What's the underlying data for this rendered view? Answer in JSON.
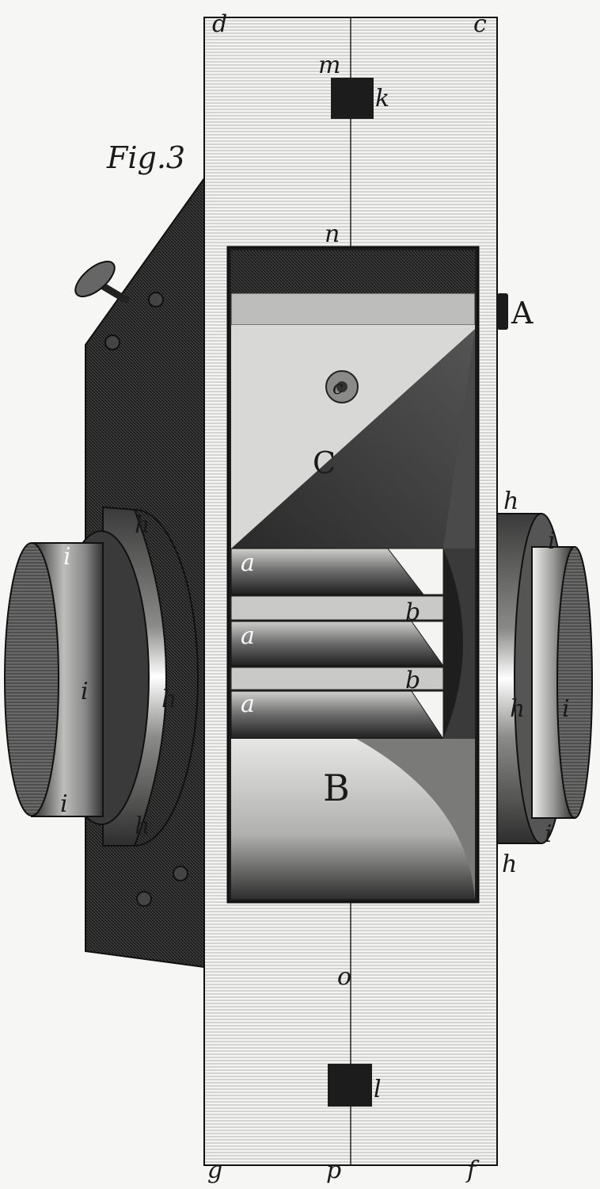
{
  "figure": {
    "caption": "Fig.3"
  },
  "labels": {
    "d": "d",
    "c": "c",
    "m": "m",
    "k": "k",
    "n": "n",
    "A": "A",
    "C_small": "c",
    "C_big": "C",
    "B": "B",
    "a1": "a",
    "a2": "a",
    "a3": "a",
    "b1": "b",
    "b2": "b",
    "h_left_top": "h",
    "h_left_mid": "h",
    "h_left_bottom": "h",
    "i_left_mid": "i",
    "i_left_top": "i",
    "i_left_bottom": "i",
    "h_right_top": "h",
    "h_right_mid": "h",
    "h_right_bottom": "h",
    "i_right_top": "i",
    "i_right_mid": "i",
    "i_right_bottom": "i",
    "o": "o",
    "l": "l",
    "g": "g",
    "p": "p",
    "f": "f"
  },
  "palette": {
    "paper": "#f6f6f4",
    "ink": "#1a1a1a",
    "dark": "#2a2a2a",
    "mid": "#6b6b6b",
    "light": "#e8e8e6"
  }
}
